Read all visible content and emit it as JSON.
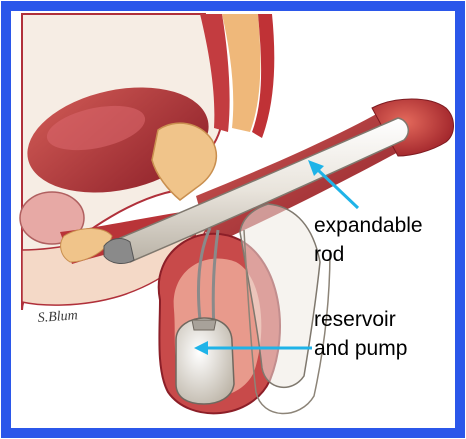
{
  "colors": {
    "frame": "#2b57ea",
    "arrow": "#1fb3e8",
    "muscle": "#b0303a",
    "skin": "#e8b58f",
    "bone": "#f0c48a",
    "implant": "#e9e4dc"
  },
  "labels": {
    "rod_line1": "expandable",
    "rod_line2": "rod",
    "reservoir_line1": "reservoir",
    "reservoir_line2": "and pump"
  },
  "signature_text": "S.Blum"
}
